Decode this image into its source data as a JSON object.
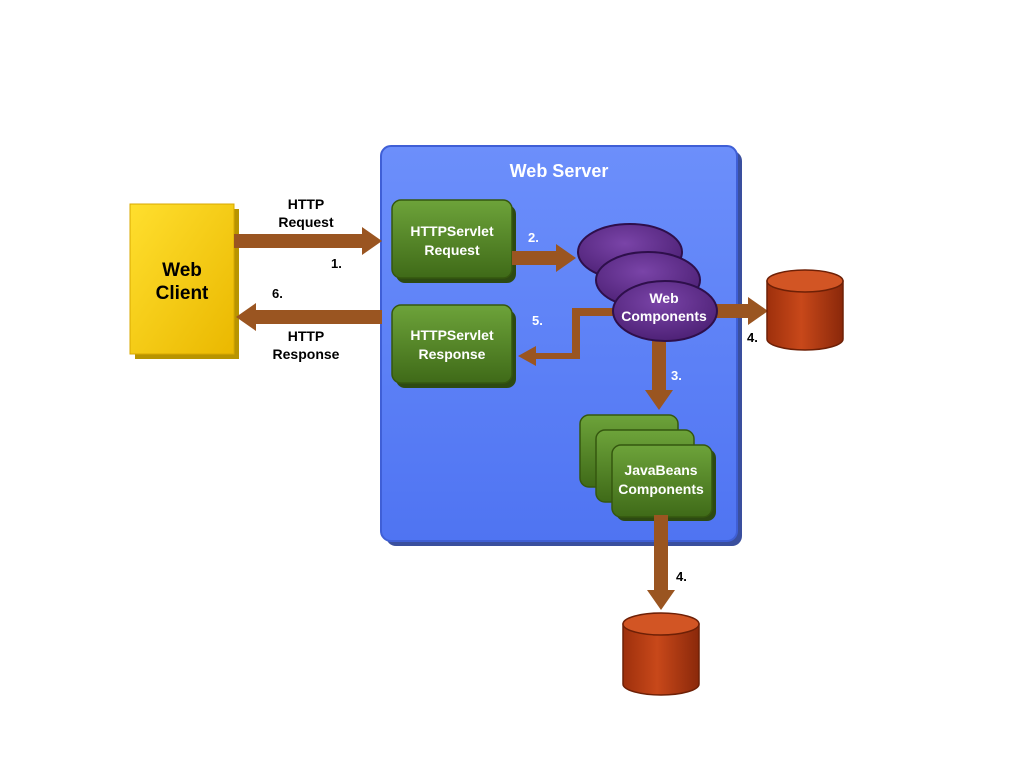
{
  "server": {
    "title": "Web Server"
  },
  "client": {
    "line1": "Web",
    "line2": "Client"
  },
  "request_obj": {
    "line1": "HTTPServlet",
    "line2": "Request"
  },
  "response_obj": {
    "line1": "HTTPServlet",
    "line2": "Response"
  },
  "web_components": {
    "line1": "Web",
    "line2": "Components"
  },
  "javabeans": {
    "line1": "JavaBeans",
    "line2": "Components"
  },
  "labels": {
    "http_request_1": "HTTP",
    "http_request_2": "Request",
    "http_response_1": "HTTP",
    "http_response_2": "Response",
    "step1": "1.",
    "step2": "2.",
    "step3": "3.",
    "step4_right": "4.",
    "step4_bottom": "4.",
    "step5": "5.",
    "step6": "6."
  },
  "colors": {
    "server_fill": "#5b7ff7",
    "client_fill": "#f5cc00",
    "component_green": "#4f7f22",
    "web_component_purple": "#5c2a86",
    "arrow_brown": "#9a5521",
    "database_red": "#b53a10"
  }
}
